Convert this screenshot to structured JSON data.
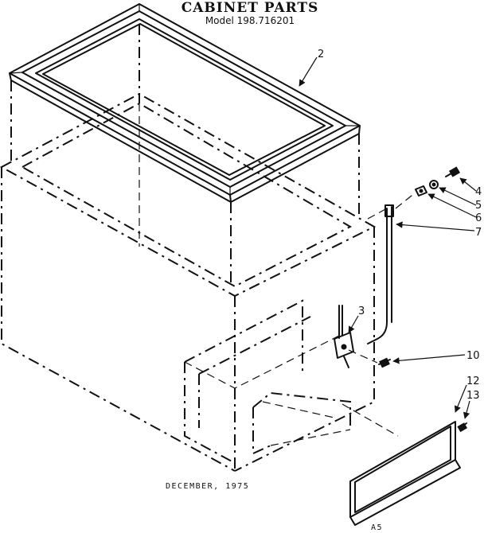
{
  "title": "CABINET PARTS",
  "subtitle": "Model 198.716201",
  "footer_date": "DECEMBER, 1975",
  "corner_code": "A5",
  "callouts": {
    "c2": "2",
    "c3": "3",
    "c4": "4",
    "c5": "5",
    "c6": "6",
    "c7": "7",
    "c10": "10",
    "c12": "12",
    "c13": "13"
  }
}
